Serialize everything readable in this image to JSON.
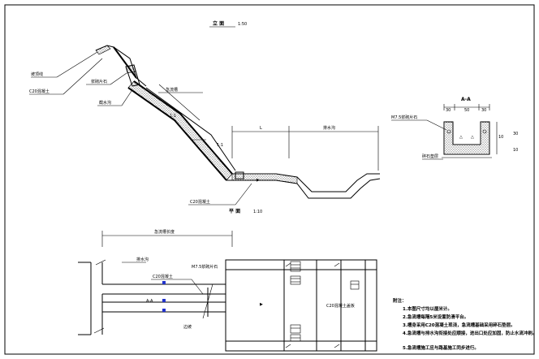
{
  "section_view": {
    "title": "立 面",
    "scale": "1:50"
  },
  "plan_view": {
    "title": "平 面",
    "scale": "1:10"
  },
  "detail_view": {
    "title": "A-A",
    "dims": [
      "30",
      "50",
      "30"
    ]
  },
  "leader_labels": {
    "l1": "坡顶线",
    "l2": "C20混凝土",
    "l3": "浆砌片石",
    "l4": "截水沟",
    "l5": "急流槽",
    "l6": "C20混凝土",
    "l7": "M7.5浆砌片石",
    "l8": "碎石垫层",
    "l9": "排水沟",
    "l10": "C20混凝土",
    "l11": "M7.5浆砌片石",
    "l12": "边坡",
    "l13": "1:1",
    "l14": "L",
    "l15": "排水沟",
    "l16": "急流槽长度",
    "l17": "C20混凝土盖板"
  },
  "notes": {
    "heading": "附注：",
    "items": [
      "1.本图尺寸均以厘米计。",
      "2.急流槽每隔5米设置防滑平台。",
      "3.槽身采用C20混凝土现浇，急流槽基础采用碎石垫层。",
      "4.急流槽与排水沟衔接处应顺接，进出口处应加固，防止水流冲刷。",
      "5.急流槽施工应与路基施工同步进行。"
    ]
  },
  "colors": {
    "line": "#000000",
    "accent": "#2233cc",
    "background": "#ffffff"
  }
}
